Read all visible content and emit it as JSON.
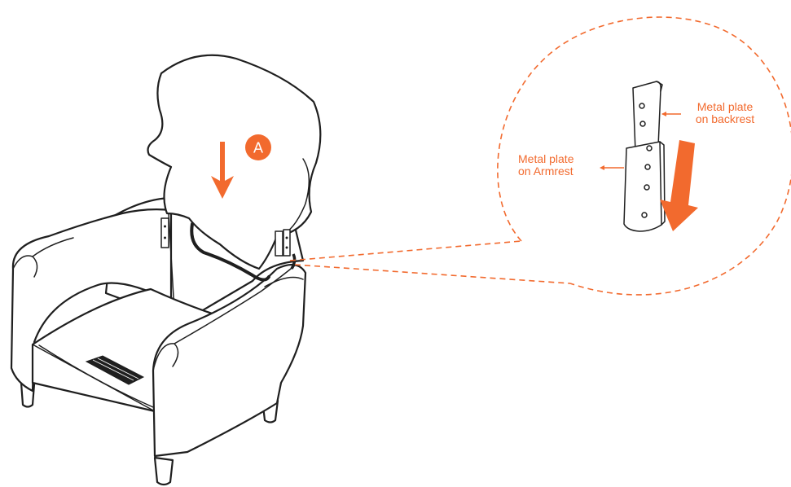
{
  "step": {
    "letter": "A"
  },
  "labels": {
    "backrest_plate": [
      "Metal plate",
      "on backrest"
    ],
    "armrest_plate": [
      "Metal plate",
      "on Armrest"
    ]
  },
  "colors": {
    "accent": "#f26a2e",
    "line": "#1f1f1f",
    "background": "#ffffff"
  },
  "icons": {
    "down_arrow": "down-arrow-icon",
    "step_badge": "step-badge-icon"
  }
}
